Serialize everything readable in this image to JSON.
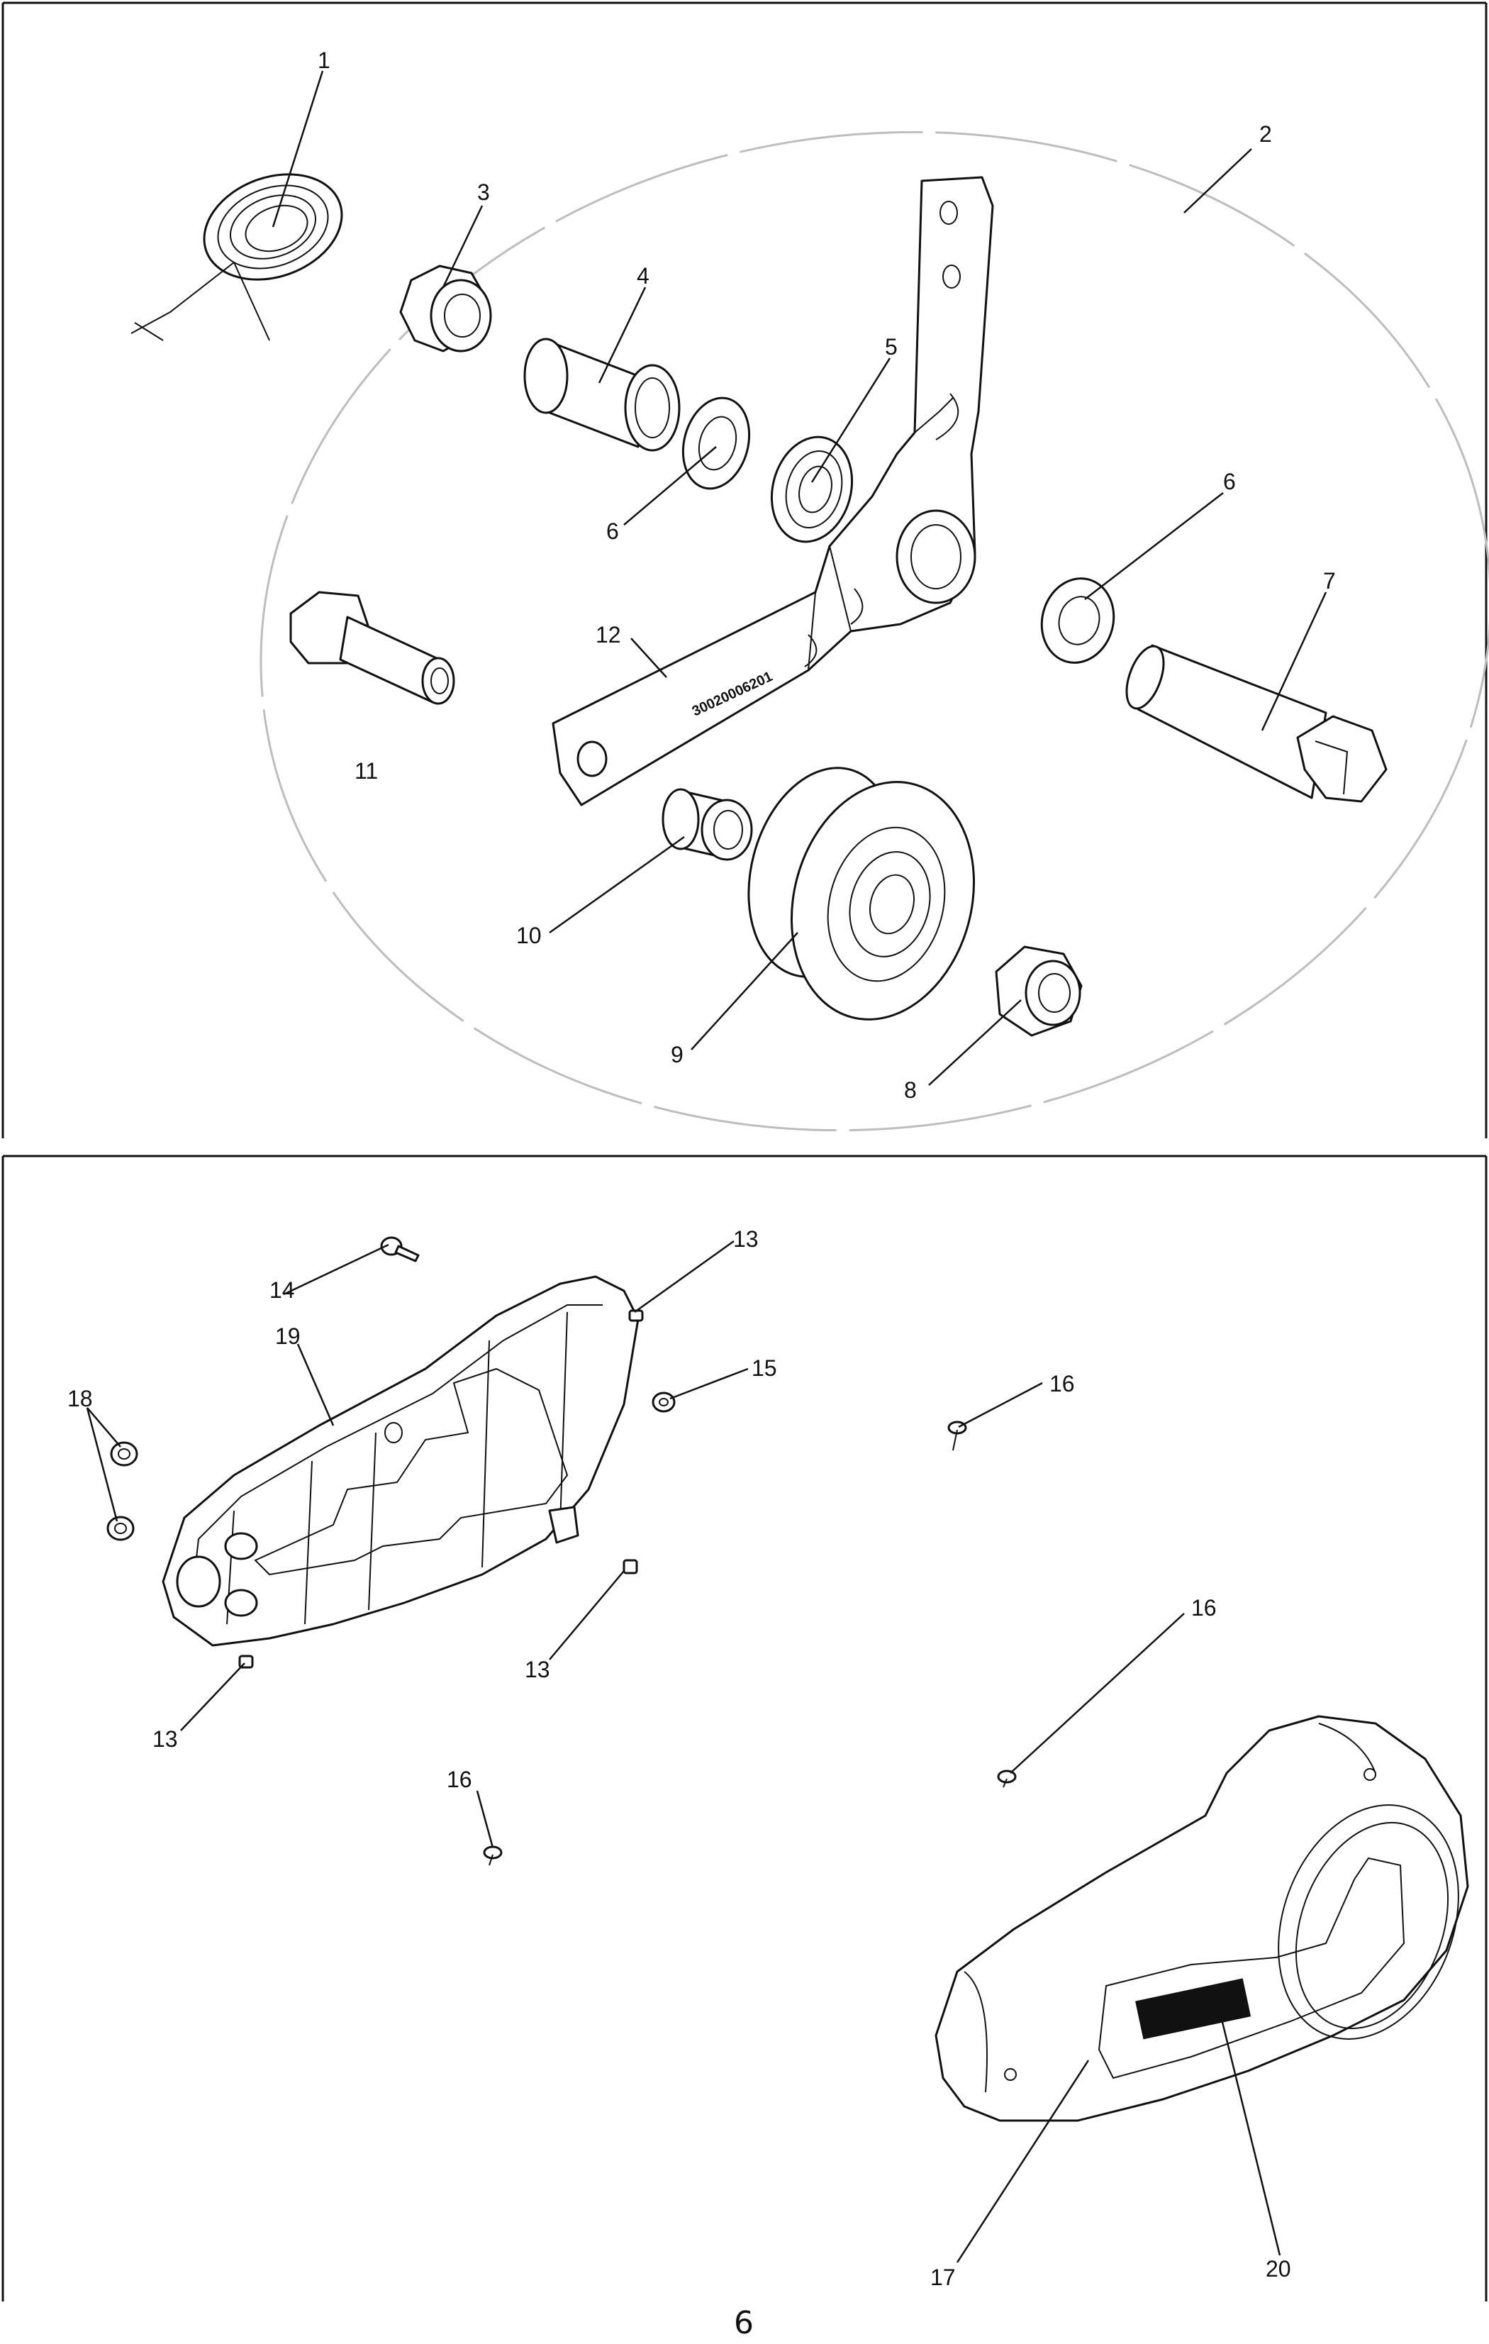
{
  "callouts": {
    "c1": "1",
    "c2": "2",
    "c3": "3",
    "c4": "4",
    "c5": "5",
    "c6a": "6",
    "c6b": "6",
    "c7": "7",
    "c8": "8",
    "c9": "9",
    "c10": "10",
    "c11": "11",
    "c12": "12",
    "c13a": "13",
    "c13b": "13",
    "c13c": "13",
    "c14": "14",
    "c15": "15",
    "c16a": "16",
    "c16b": "16",
    "c16c": "16",
    "c17": "17",
    "c18": "18",
    "c19": "19",
    "c20": "20"
  },
  "arm_marking": "30020006201",
  "page_number": "6"
}
